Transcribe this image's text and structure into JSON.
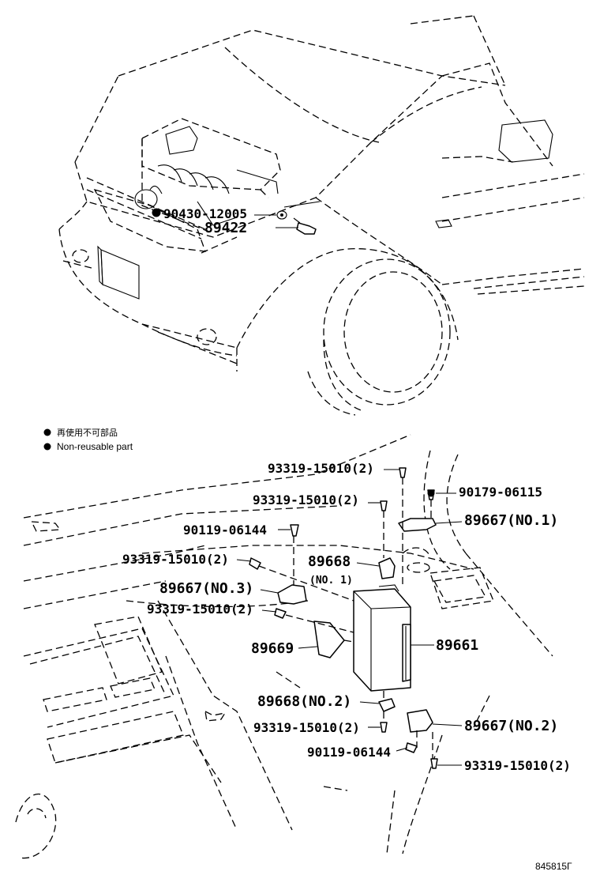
{
  "legend": {
    "jp": "再使用不可部品",
    "en": "Non-reusable part"
  },
  "figure_id": "845815Г",
  "callouts": {
    "p_90430": "90430-12005",
    "p_89422": "89422",
    "p_93319_a": "93319-15010(2)",
    "p_90179": "90179-06115",
    "p_93319_b": "93319-15010(2)",
    "p_89667_no1": "89667(NO.1)",
    "p_90119_a": "90119-06144",
    "p_93319_c": "93319-15010(2)",
    "p_89668_no1": "89668",
    "p_89668_no1_sub": "(NO. 1)",
    "p_89667_no3": "89667(NO.3)",
    "p_93319_d": "93319-15010(2)",
    "p_89669": "89669",
    "p_89661": "89661",
    "p_89668_no2": "89668(NO.2)",
    "p_89667_no2": "89667(NO.2)",
    "p_93319_e": "93319-15010(2)",
    "p_90119_b": "90119-06144",
    "p_93319_f": "93319-15010(2)"
  }
}
